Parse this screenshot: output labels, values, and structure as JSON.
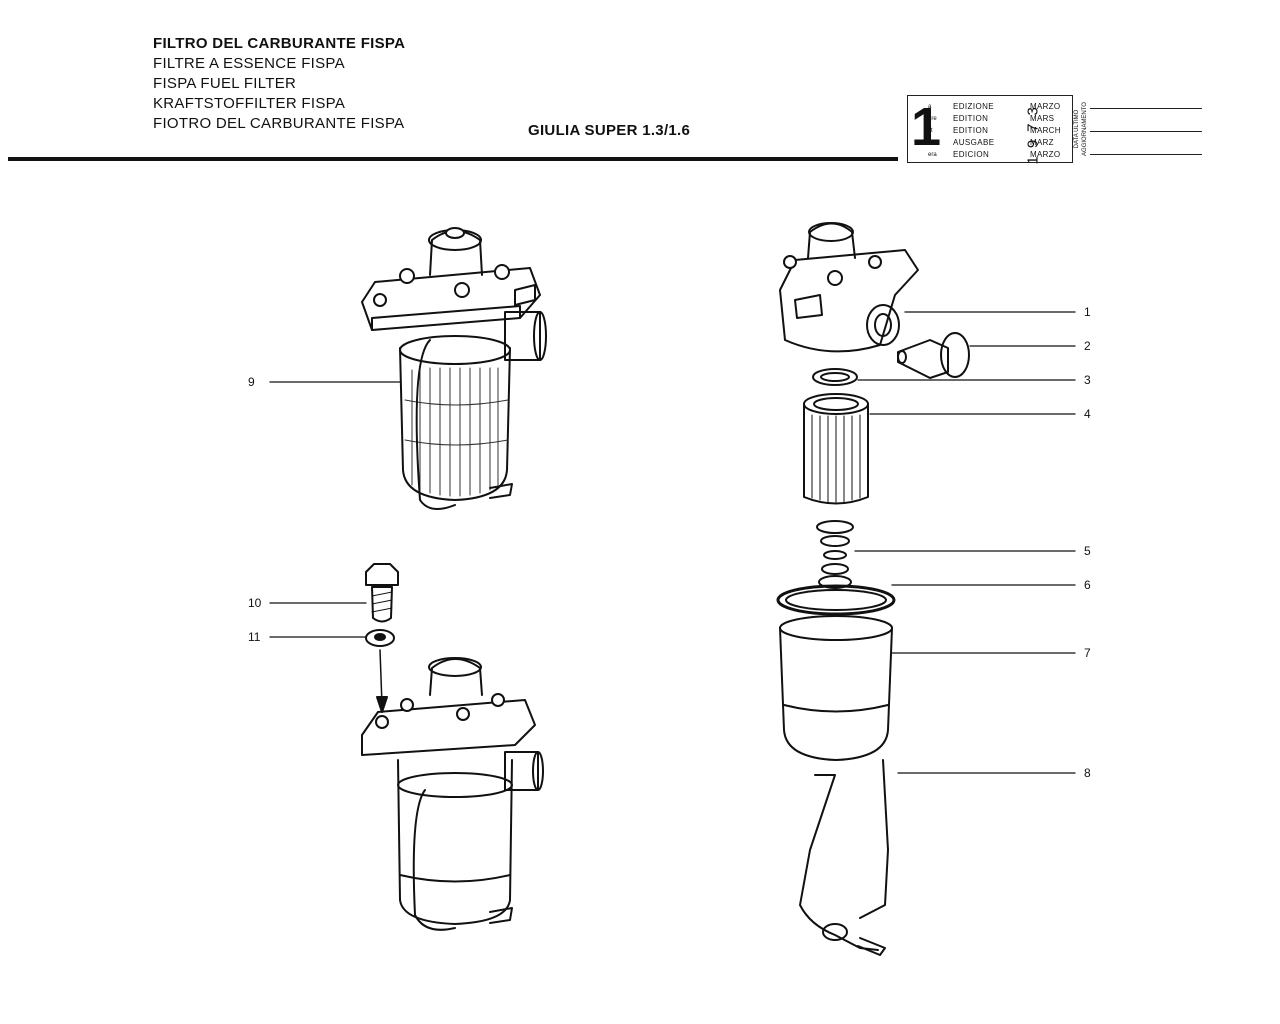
{
  "header": {
    "titles": [
      "FILTRO DEL CARBURANTE FISPA",
      "FILTRE A ESSENCE FISPA",
      "FISPA FUEL FILTER",
      "KRAFTSTOFFILTER FISPA",
      "FIOTRO DEL CARBURANTE FISPA"
    ],
    "model": "GIULIA SUPER 1.3/1.6"
  },
  "edition_box": {
    "big_numeral": "1",
    "suffixes": [
      "a",
      "ere",
      "st",
      ".",
      "era"
    ],
    "edition_words": [
      "EDIZIONE",
      "EDITION",
      "EDITION",
      "AUSGABE",
      "EDICION"
    ],
    "year": "1973",
    "months": [
      "MARZO",
      "MARS",
      "MARCH",
      "MARZ",
      "MARZO"
    ],
    "update_label": [
      "DATA ULTIMO",
      "AGGIORNAMENTO"
    ]
  },
  "callouts": [
    "1",
    "2",
    "3",
    "4",
    "5",
    "6",
    "7",
    "8",
    "9",
    "10",
    "11"
  ]
}
